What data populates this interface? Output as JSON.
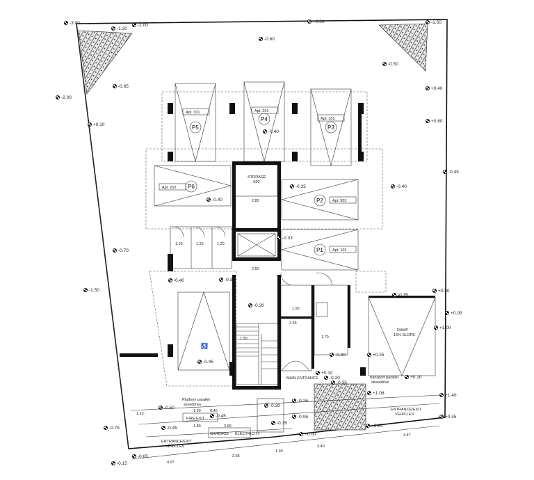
{
  "levels": {
    "top_left": "-3.00",
    "top_1": "-1.20",
    "top_2": "-2.00",
    "top_3": "+0.00",
    "top_right": "-1.50",
    "main_060": "-0.60",
    "main_050": "-0.50",
    "main_065": "-0.65",
    "left_200": "-2.00",
    "left_010": "+0.10",
    "right_040": "+0.40",
    "right_060": "+0.60",
    "right_045": "-0.45",
    "p4_040": "-0.40",
    "storage_035": "-0.35",
    "right_mid_040": "-0.40",
    "p6_040": "-0.40",
    "p1_033": "-0.33",
    "left_070": "-0.70",
    "left_150": "-1.50",
    "left_040": "-0.40",
    "stair_032": "-0.32",
    "stair_030": "-0.30",
    "right_080": "+0.80",
    "ramp_035": "-0.35",
    "right_005": "+0.05",
    "right_100": "+1.00",
    "mid_030": "-0.30",
    "mid_025": "+0.25",
    "disabled_045": "-0.45",
    "door_010": "+0.10",
    "door_020": "-0.20",
    "door_035": "-0.35",
    "door_b010": "+0.10",
    "ent_108": "+1.08",
    "right_140": "+1.40",
    "right_b045": "+0.45",
    "ent_025": "+0.25",
    "bot_050": "-0.50",
    "bot_075": "-0.75",
    "bot_045": "-0.45",
    "bot_030": "-0.30",
    "bot_035": "-0.35",
    "bot_026": "-0.26",
    "bot_000": "+0.00",
    "bot_006": "-0.06",
    "corner_015": "-0.15",
    "corner_085": "-0.85",
    "bot_b045": "-0.45"
  },
  "parking": {
    "p1": "P1",
    "p2": "P2",
    "p3": "P3",
    "p4": "P4",
    "p5": "P5",
    "p6": "P6"
  },
  "apartments": {
    "apt301": "Apt. 301",
    "apt201": "Apt. 201",
    "apt101": "Apt. 101",
    "apt202": "Apt. 202",
    "apt302": "Apt. 302",
    "apt102": "Apt. 102"
  },
  "rooms": {
    "storage": "STORAGE",
    "storage_sub": "S02",
    "ramp": "RAMP",
    "ramp_slope": "15% SLOPE",
    "main_entrance": "MAIN ENTRANCE",
    "entrance_exit_right": "ENTRANCE/EXIT",
    "entrance_exit_right2": "VEHICLES",
    "entrance_exit_left": "ENTRANCE/EXIT",
    "entrance_exit_left2": "VEHICLES",
    "fire_exit": "FIRE EXIT",
    "garbage": "GARBAGE",
    "electricity": "ELECTRICITY",
    "platform_note": "Platform parallel",
    "platform_note2": "streetdrive",
    "transport_note": "transport parallel",
    "transport_note2": "streetdrive"
  },
  "dims": {
    "d125a": "1.25",
    "d125b": "1.25",
    "d120": "1.20",
    "d280": "2.80",
    "d250": "2.50",
    "d195": "1.95",
    "d255": "2.55",
    "d170": "1.70",
    "d150": "1.50",
    "d112": "1.12",
    "d120b": "1.20",
    "d040": "0.40",
    "d180": "1.80",
    "d290": "2.90",
    "d497": "4.97",
    "d365": "3.65",
    "d130": "1.30",
    "d340": "3.40",
    "d447": "4.47"
  }
}
